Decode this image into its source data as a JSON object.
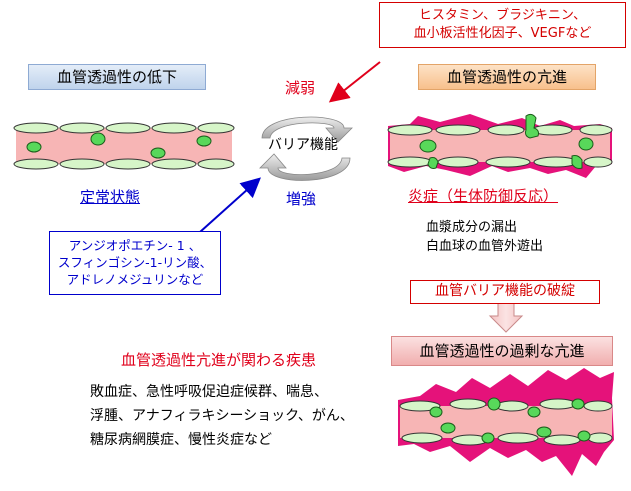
{
  "top_left_label": "血管透過性の低下",
  "top_right_label": "血管透過性の亢進",
  "weaken_box": {
    "line1": "ヒスタミン、ブラジキニン、",
    "line2": "血小板活性化因子、VEGFなど"
  },
  "strengthen_box": {
    "line1": "アンジオポエチン- 1 、",
    "line2": "スフィンゴシン-1-リン酸、",
    "line3": "アドレノメジュリンなど"
  },
  "weaken_label": "減弱",
  "strengthen_label": "増強",
  "barrier_label": "バリア機能",
  "steady_state": "定常状態",
  "inflammation": "炎症（生体防御反応）",
  "leak_line1": "血漿成分の漏出",
  "leak_line2": "白血球の血管外遊出",
  "barrier_break": "血管バリア機能の破綻",
  "excess_label": "血管透過性の過剰な亢進",
  "diseases_title": "血管透過性亢進が関わる疾患",
  "diseases_line1": "敗血症、急性呼吸促迫症候群、喘息、",
  "diseases_line2": "浮腫、アナフィラキシーショック、がん、",
  "diseases_line3": "糖尿病網膜症、慢性炎症など",
  "colors": {
    "red": "#e0001b",
    "blue": "#0000cc",
    "vessel_pink": "#f7b5b5",
    "cell_green": "#d6f5c8",
    "nucleus_green": "#58d85a",
    "leak_magenta": "#e5127a"
  }
}
